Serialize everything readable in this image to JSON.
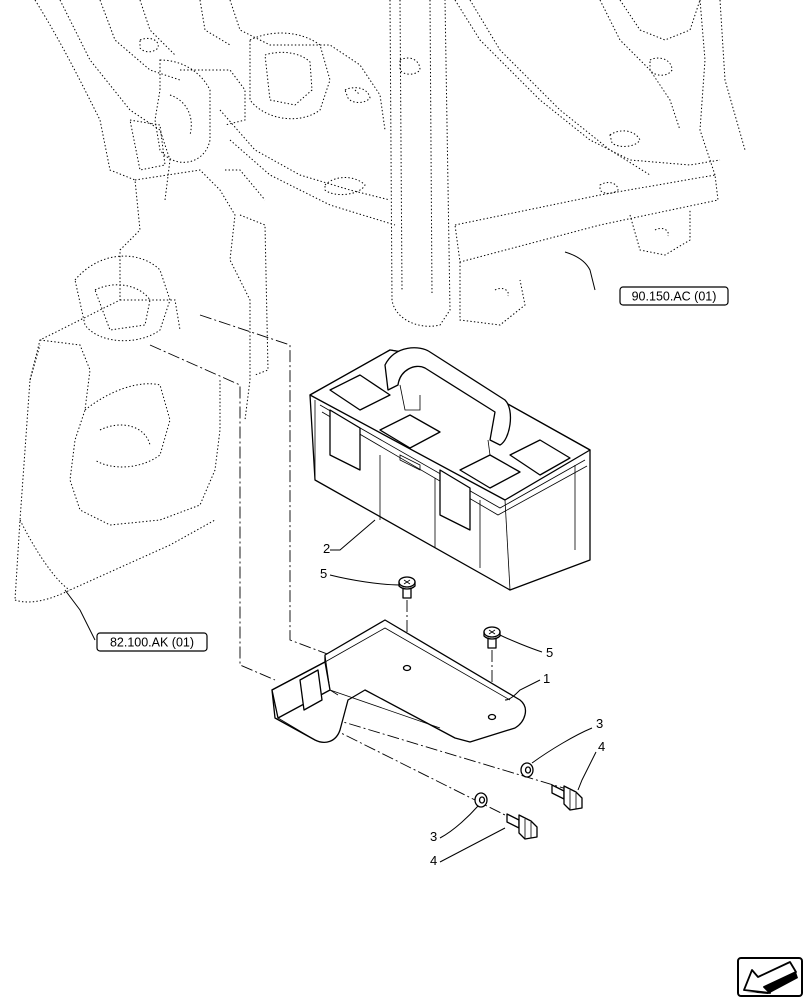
{
  "references": {
    "cab_frame": "90.150.AC (01)",
    "front_frame": "82.100.AK (01)"
  },
  "callouts": {
    "bracket": "1",
    "battery": "2",
    "washer_upper": "3",
    "washer_lower": "3",
    "bolt_upper": "4",
    "bolt_lower": "4",
    "screw_left": "5",
    "screw_right": "5"
  },
  "icons": {
    "navigation": "arrow-icon"
  }
}
